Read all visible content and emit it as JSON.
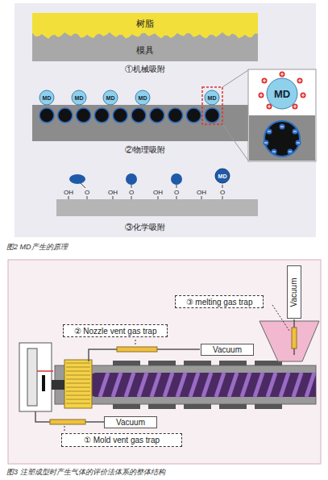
{
  "diagram": {
    "nodes": [
      {
        "text": [
          "树脂"
        ]
      },
      {
        "text": [
          "模具"
        ]
      },
      {
        "text": [
          "MD"
        ]
      },
      {
        "text": [
          "MD"
        ]
      },
      {
        "text": [
          "MD"
        ]
      },
      {
        "text": [
          "MD"
        ]
      },
      {
        "text": [
          "MD"
        ]
      },
      {
        "text": [
          "MD"
        ]
      },
      {
        "text": [
          "MD"
        ]
      },
      {
        "text": [
          "Vacuum"
        ]
      },
      {
        "text": [
          "③ melting gas trap"
        ]
      },
      {
        "text": [
          "② Nozzle vent gas trap"
        ]
      },
      {
        "text": [
          "Vacuum"
        ]
      },
      {
        "text": [
          "Vacuum"
        ]
      },
      {
        "text": [
          "① Mold vent gas trap"
        ]
      }
    ],
    "labels": [
      "①机械吸附",
      "②物理吸附",
      "OH",
      "O",
      "OH",
      "O",
      "OH",
      "O",
      "OH",
      "O",
      "③化学吸附",
      "图2 MD产生的原理",
      "图3 注塑成型时产生气体的评价法体系的整体结构"
    ]
  }
}
